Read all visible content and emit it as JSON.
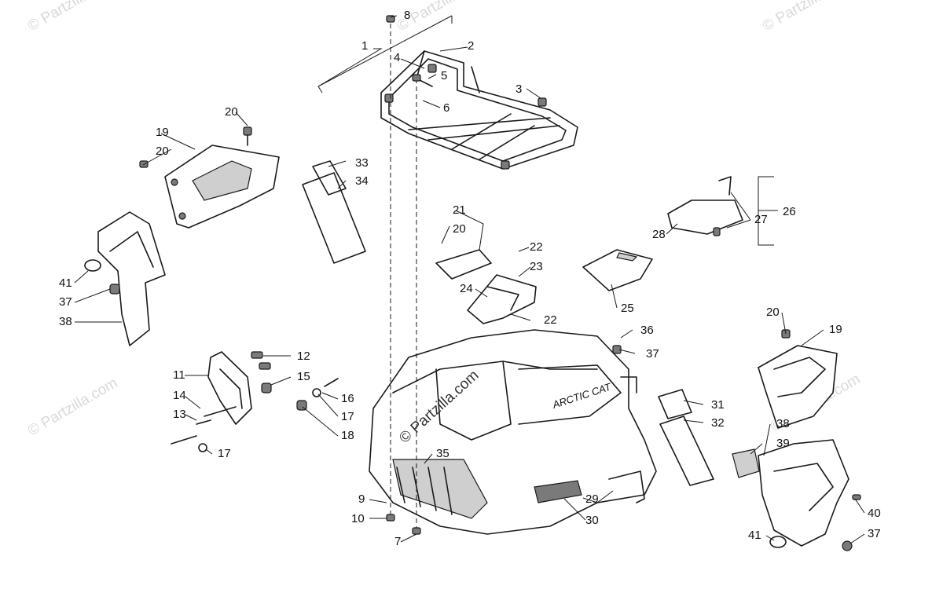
{
  "diagram": {
    "watermark_main": "© Partzilla.com",
    "watermark_faint": "© Partzilla.com",
    "decal_text": "ARCTIC CAT",
    "callouts": [
      "1",
      "2",
      "3",
      "4",
      "5",
      "6",
      "7",
      "8",
      "9",
      "10",
      "11",
      "12",
      "13",
      "14",
      "15",
      "16",
      "17",
      "18",
      "19",
      "20",
      "21",
      "22",
      "23",
      "24",
      "25",
      "26",
      "27",
      "28",
      "29",
      "30",
      "31",
      "32",
      "33",
      "34",
      "35",
      "36",
      "37",
      "38",
      "39",
      "40",
      "41"
    ]
  }
}
